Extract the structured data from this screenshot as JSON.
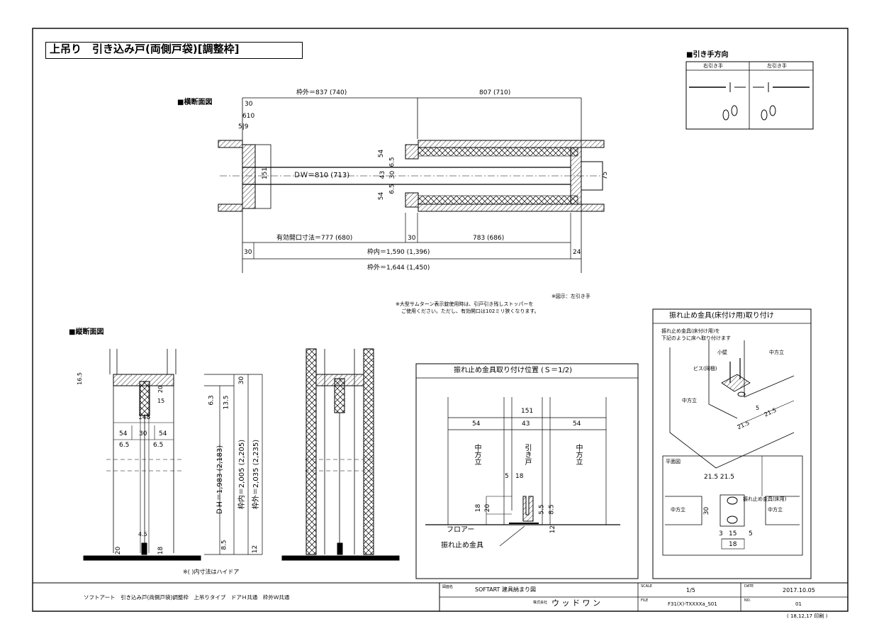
{
  "title": "上吊り　引き込み戸(両側戸袋)[調整枠]",
  "cross_section": {
    "heading": "■横断面図",
    "dim_outer_left": "枠外＝837 (740)",
    "dim_outer_right": "807 (710)",
    "dim_30_top": "30",
    "dim_6_10": "610",
    "dim_5_9": "5|9",
    "dim_151": "151",
    "dw": "ＤＷ＝810 (713)",
    "dim_54_a": "54",
    "dim_6_5_a": "6.5",
    "dim_43": "43",
    "dim_30_mid": "30",
    "dim_6_5_b": "6.5",
    "dim_54_b": "54",
    "dim_75": "75",
    "effective": "有効開口寸法＝777 (680)",
    "dim_30_b": "30",
    "dim_783": "783 (686)",
    "dim_30_c": "30",
    "inner": "枠内＝1,590 (1,396)",
    "dim_24": "24",
    "outer": "枠外＝1,644 (1,450)"
  },
  "pull_direction": {
    "heading": "■引き手方向",
    "right": "右引き手",
    "left": "左引き手"
  },
  "notes": {
    "sample": "※図示：左引き手",
    "line1": "※大型サムターン表示錠使用時は、引戸引き残しストッパーを",
    "line2": "ご使用ください。ただし、有効開口は102ミリ狭くなります。"
  },
  "vertical_section": {
    "heading": "■縦断面図",
    "d16_5": "16.5",
    "d20": "20",
    "d15": "15",
    "d148": "148",
    "d54a": "54",
    "d30": "30",
    "d54b": "54",
    "d6_5a": "6.5",
    "d6_5b": "6.5",
    "d4_5": "4.5",
    "d20b": "20",
    "d18": "18",
    "d6_3": "6.3",
    "d13_5": "13.5",
    "dh": "ＤＨ＝1,983 (2,183)",
    "d8_5": "8.5",
    "inner_h": "枠内＝2,005 (2,205)",
    "outer_h": "枠外＝2,035 (2,235)",
    "d30_top": "30",
    "d12": "12",
    "footnote": "※(  )内寸法はハイドア"
  },
  "position_detail": {
    "heading": "振れ止め金具取り付け位置 (Ｓ＝1/2)",
    "d151": "151",
    "d54a": "54",
    "d43": "43",
    "d54b": "54",
    "post_left": "中方立",
    "door": "引き戸",
    "post_right": "中方立",
    "d5": "5",
    "d18": "18",
    "d18v": "18",
    "d20": "20",
    "d5_5": "5.5",
    "d8_5": "8.5",
    "d12": "12",
    "floor": "フロアー",
    "fitting": "振れ止め金具"
  },
  "install": {
    "heading": "振れ止め金具(床付け用)取り付け",
    "desc1": "振れ止め金具(床付け用)を",
    "desc2": "下記のように床へ取り付けます",
    "small_wall": "小壁",
    "screw": "ビス(同梱)",
    "post_a": "中方立",
    "post_b": "中方立",
    "d5": "5",
    "d21_5a": "21.5",
    "d21_5b": "21.5",
    "plan": "平面図",
    "plan_d": "21.5 21.5",
    "plan_post_l": "中方立",
    "plan_30": "30",
    "plan_fitting": "振れ止め金具(床用)",
    "plan_post_r": "中方立",
    "plan_3": "3",
    "plan_15": "15",
    "plan_5": "5",
    "plan_18": "18"
  },
  "title_block": {
    "desc": "ソフトアート　引き込み戸(両側戸袋)調整枠　上吊りタイプ　ドアＨ共通　枠外Ｗ共通",
    "name_label": "図面名",
    "name": "SOFTART 建具納まり図",
    "company_label": "株式会社",
    "company": "ウ ッ ド ワ ン",
    "scale_label": "SCALE",
    "scale": "1/5",
    "file_label": "FILE",
    "file": "F31(X)-TXXXXa_S01",
    "date_label": "DATE",
    "date": "2017.10.05",
    "no_label": "NO.",
    "no": "01",
    "printed": "( 18,12,17 印刷 )"
  },
  "colors": {
    "line": "#000000",
    "background": "#ffffff"
  }
}
